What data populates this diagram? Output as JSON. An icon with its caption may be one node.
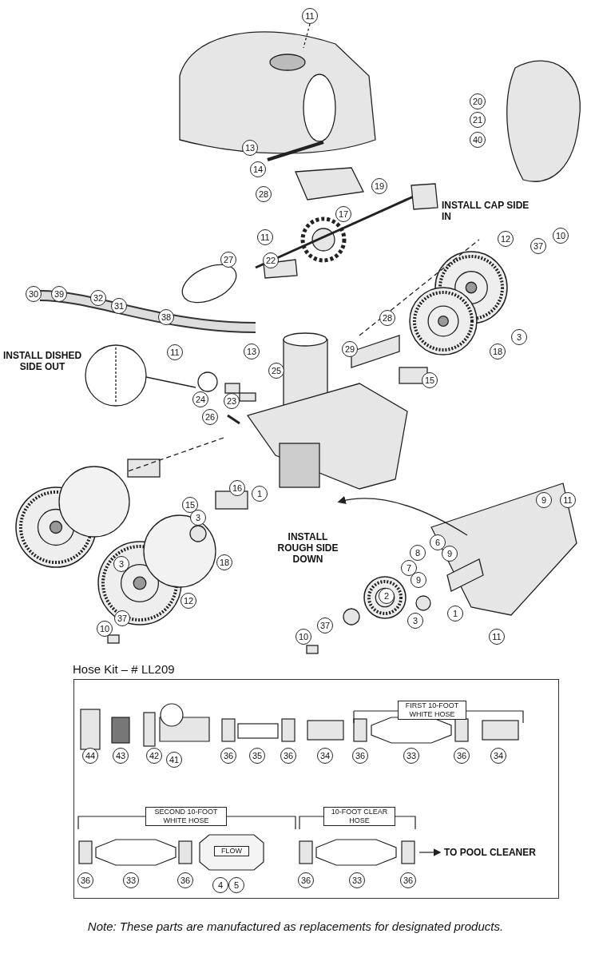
{
  "diagram": {
    "caption": "Note: These parts are manufactured as replacements for designated products.",
    "nodes": [
      {
        "text": [
          "Hose Kit – # LL209"
        ]
      }
    ],
    "labels": [
      "11",
      "20",
      "21",
      "40",
      "13",
      "14",
      "28",
      "19",
      "17",
      "INSTALL CAP SIDE IN",
      "11",
      "12",
      "37",
      "10",
      "27",
      "22",
      "30",
      "39",
      "32",
      "31",
      "38",
      "13",
      "28",
      "29",
      "18",
      "3",
      "15",
      "INSTALL DISHED SIDE OUT",
      "11",
      "24",
      "23",
      "25",
      "26",
      "9",
      "11",
      "16",
      "1",
      "15",
      "INSTALL ROUGH SIDE DOWN",
      "3",
      "18",
      "6",
      "8",
      "9",
      "7",
      "9",
      "3",
      "2",
      "1",
      "3",
      "12",
      "37",
      "37",
      "10",
      "10",
      "11",
      "FIRST 10-FOOT WHITE HOSE",
      "44",
      "43",
      "42",
      "41",
      "36",
      "35",
      "36",
      "34",
      "36",
      "33",
      "36",
      "34",
      "SECOND 10-FOOT WHITE HOSE",
      "10-FOOT CLEAR HOSE",
      "FLOW",
      "TO POOL CLEANER",
      "36",
      "33",
      "36",
      "4",
      "5",
      "36",
      "33",
      "36"
    ]
  }
}
